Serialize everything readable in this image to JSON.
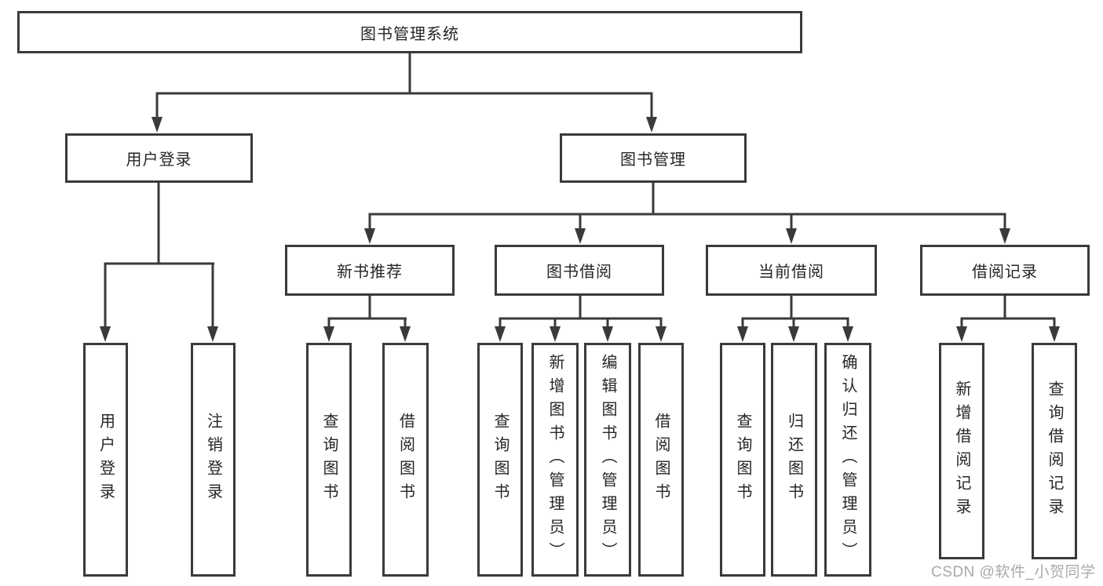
{
  "title": "图书管理系统",
  "watermark": "CSDN @软件_小贺同学",
  "colors": {
    "line": "#3a3a3a",
    "box_border": "#3a3a3a",
    "text": "#262626",
    "watermark": "#949494",
    "background": "#ffffff"
  },
  "tree": {
    "label": "图书管理系统",
    "children": [
      {
        "label": "用户登录",
        "children": [
          {
            "label": "用户登录"
          },
          {
            "label": "注销登录"
          }
        ]
      },
      {
        "label": "图书管理",
        "children": [
          {
            "label": "新书推荐",
            "children": [
              {
                "label": "查询图书"
              },
              {
                "label": "借阅图书"
              }
            ]
          },
          {
            "label": "图书借阅",
            "children": [
              {
                "label": "查询图书"
              },
              {
                "label": "新增图书（管理员）"
              },
              {
                "label": "编辑图书（管理员）"
              },
              {
                "label": "借阅图书"
              }
            ]
          },
          {
            "label": "当前借阅",
            "children": [
              {
                "label": "查询图书"
              },
              {
                "label": "归还图书"
              },
              {
                "label": "确认归还（管理员）"
              }
            ]
          },
          {
            "label": "借阅记录",
            "children": [
              {
                "label": "新增借阅记录"
              },
              {
                "label": "查询借阅记录"
              }
            ]
          }
        ]
      }
    ]
  }
}
